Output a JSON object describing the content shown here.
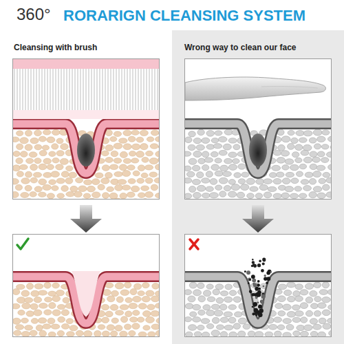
{
  "diagram": {
    "title": "RORARIGN CLEANSING SYSTEM",
    "labels": [
      "360°",
      "Cleansing with brush",
      "Wrong way to clean our face"
    ]
  }
}
